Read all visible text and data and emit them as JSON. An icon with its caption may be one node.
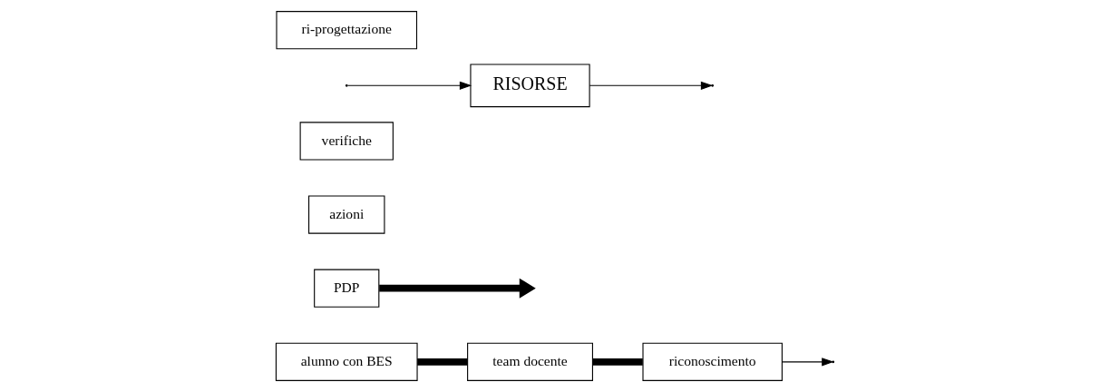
{
  "diagram": {
    "nodes": [
      {
        "text": [
          "alunno con BES"
        ]
      },
      {
        "text": [
          "team docente"
        ]
      },
      {
        "text": [
          "riconoscimento"
        ]
      },
      {
        "text": [
          "PDP"
        ]
      },
      {
        "text": [
          "azioni"
        ]
      },
      {
        "text": [
          "verifiche"
        ]
      },
      {
        "text": [
          "RISORSE"
        ]
      },
      {
        "text": [
          "ri-progettazione"
        ]
      }
    ],
    "edges": [
      {
        "from": 0,
        "to": 1,
        "arrow": "none",
        "style": "thick"
      },
      {
        "from": 1,
        "to": 2,
        "arrow": "none",
        "style": "thick"
      },
      {
        "from": 3,
        "to": null,
        "arrow": "to",
        "style": "thick"
      },
      {
        "from": 2,
        "to": null,
        "arrow": "to"
      },
      {
        "from": null,
        "to": 6,
        "arrow": "to"
      },
      {
        "from": 6,
        "to": null,
        "arrow": "to"
      }
    ]
  }
}
